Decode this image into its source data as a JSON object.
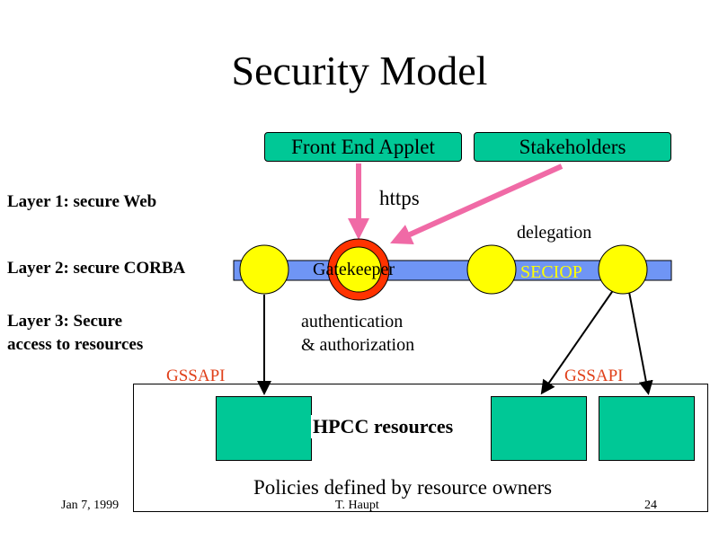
{
  "title": "Security Model",
  "boxes": {
    "front_end_applet": "Front End Applet",
    "stakeholders": "Stakeholders"
  },
  "layers": {
    "layer1": "Layer 1: secure Web",
    "layer2": "Layer 2: secure CORBA",
    "layer3_line1": "Layer 3: Secure",
    "layer3_line2": "access to resources"
  },
  "labels": {
    "https": "https",
    "delegation": "delegation",
    "gatekeeper": "Gatekeeper",
    "seciop": "SECIOP",
    "auth_line1": "authentication",
    "auth_line2": "& authorization",
    "gssapi_left": "GSSAPI",
    "gssapi_right": "GSSAPI",
    "hpcc": "HPCC resources",
    "policies": "Policies defined by resource owners"
  },
  "footer": {
    "date": "Jan 7, 1999",
    "author": "T. Haupt",
    "page": "24"
  },
  "colors": {
    "green": "#00c896",
    "yellow": "#ffff00",
    "blue_bar": "#6f95f5",
    "red_ring": "#ff3300",
    "pink_arrow": "#f06aa6",
    "label_red": "#e0401a"
  }
}
